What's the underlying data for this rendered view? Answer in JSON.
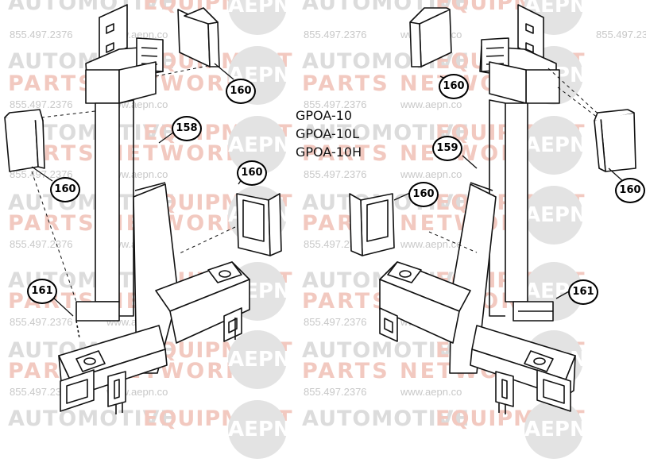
{
  "watermark": {
    "line1_a": "AUTOMOTIVE",
    "line1_b": "EQUIPMENT",
    "line2": "PARTS NETWORK",
    "phone": "855.497.2376",
    "url": "www.aepn.co",
    "logo": "AEPN",
    "colors": {
      "gray": "#dcdcdc",
      "red": "#f2c9c0"
    }
  },
  "models": [
    "GPOA-10",
    "GPOA-10L",
    "GPOA-10H"
  ],
  "callouts": {
    "c160_top_left": "160",
    "c160_left_side": "160",
    "c158": "158",
    "c160_center_left": "160",
    "c161_left": "161",
    "c160_top_right": "160",
    "c159": "159",
    "c160_center_right": "160",
    "c160_right_side": "160",
    "c161_right": "161"
  }
}
